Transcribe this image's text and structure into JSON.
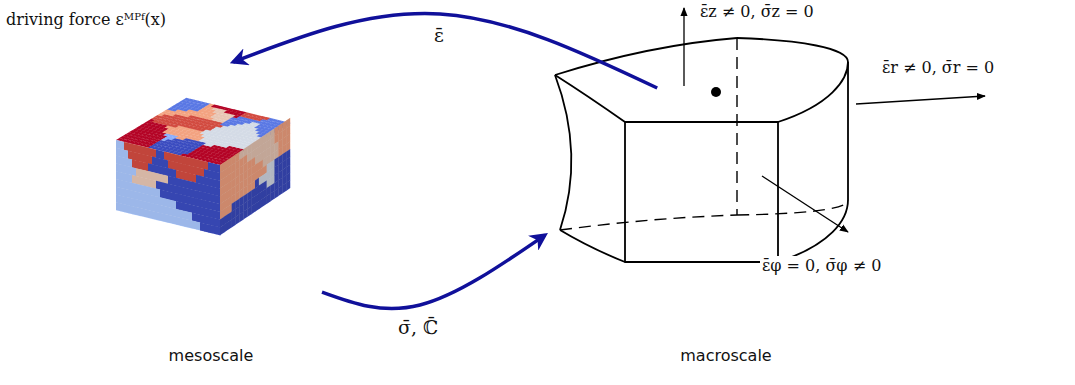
{
  "diagram": {
    "nodes": [
      {
        "text": [
          "mesoscale"
        ]
      },
      {
        "text": [
          "macroscale"
        ]
      }
    ],
    "edges": [
      {
        "from": 1,
        "to": 0,
        "arrow": "to",
        "label": "ε̄"
      },
      {
        "from": 0,
        "to": 1,
        "arrow": "to",
        "label": "σ̄, ℂ̄"
      }
    ],
    "labels": [
      "driving force εᴹᴾᶠ(x)",
      "ε̄z ≠ 0, σ̄z = 0",
      "ε̄r ≠ 0, σ̄r = 0",
      "ε̄φ = 0, σ̄φ ≠ 0"
    ]
  }
}
